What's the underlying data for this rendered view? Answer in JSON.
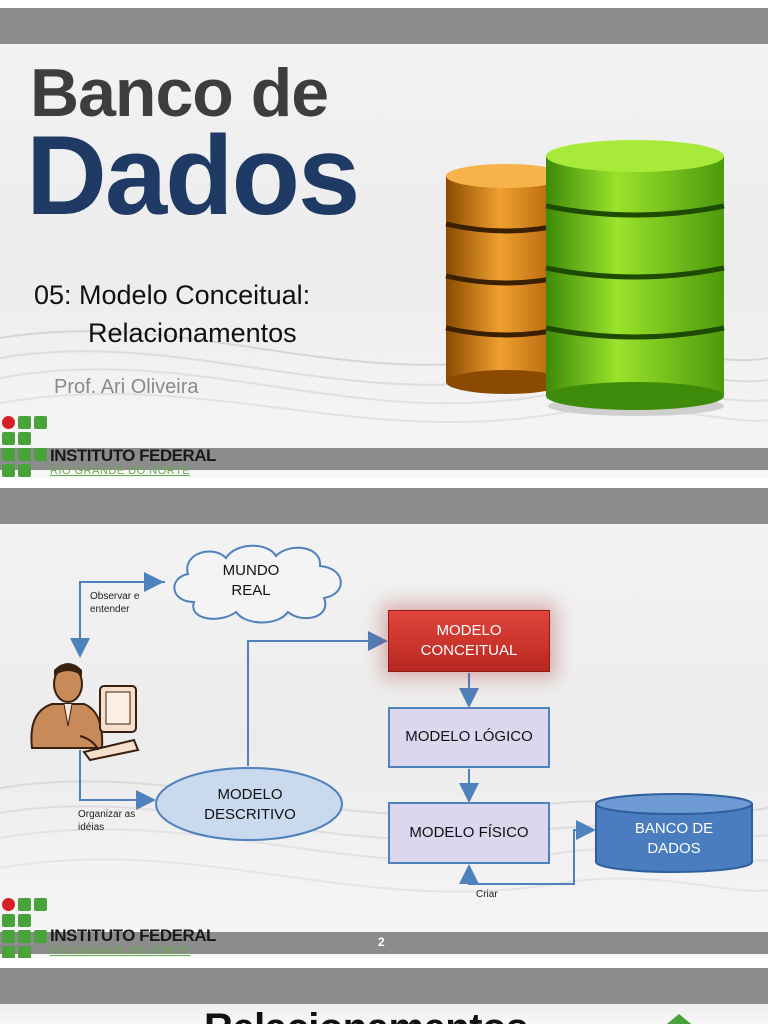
{
  "slide1": {
    "title_line1": "Banco de",
    "title_line2": "Dados",
    "subtitle_line1": "05: Modelo Conceitual:",
    "subtitle_line2": "Relacionamentos",
    "author": "Prof. Ari Oliveira"
  },
  "branding": {
    "institute": "INSTITUTO FEDERAL",
    "institute_sub": "RIO GRANDE DO NORTE"
  },
  "slide2": {
    "mundo_real": "MUNDO REAL",
    "observar": "Observar e entender",
    "organizar": "Organizar as idéias",
    "modelo_descritivo": "MODELO DESCRITIVO",
    "modelo_conceitual": "MODELO CONCEITUAL",
    "modelo_logico": "MODELO LÓGICO",
    "modelo_fisico": "MODELO FÍSICO",
    "banco_de_dados": "BANCO DE DADOS",
    "criar": "Criar",
    "page_number": "2"
  },
  "slide3": {
    "title_partial": "Relacionamentos"
  },
  "colors": {
    "title_dark": "#3d3d3d",
    "title_blue": "#1f3a64",
    "bar_gray": "#8c8c8c",
    "conceitual_red": "#c8302c",
    "lavender": "#dcd6ee",
    "ellipse_blue": "#c9d9ee",
    "cylinder_blue": "#4a7dbf",
    "arrow_blue": "#4f81bd",
    "logo_green": "#4aa23a",
    "logo_red": "#d61f26"
  },
  "icons": [
    "database-cylinders-icon",
    "person-computer-icon",
    "institute-logo-icon"
  ]
}
